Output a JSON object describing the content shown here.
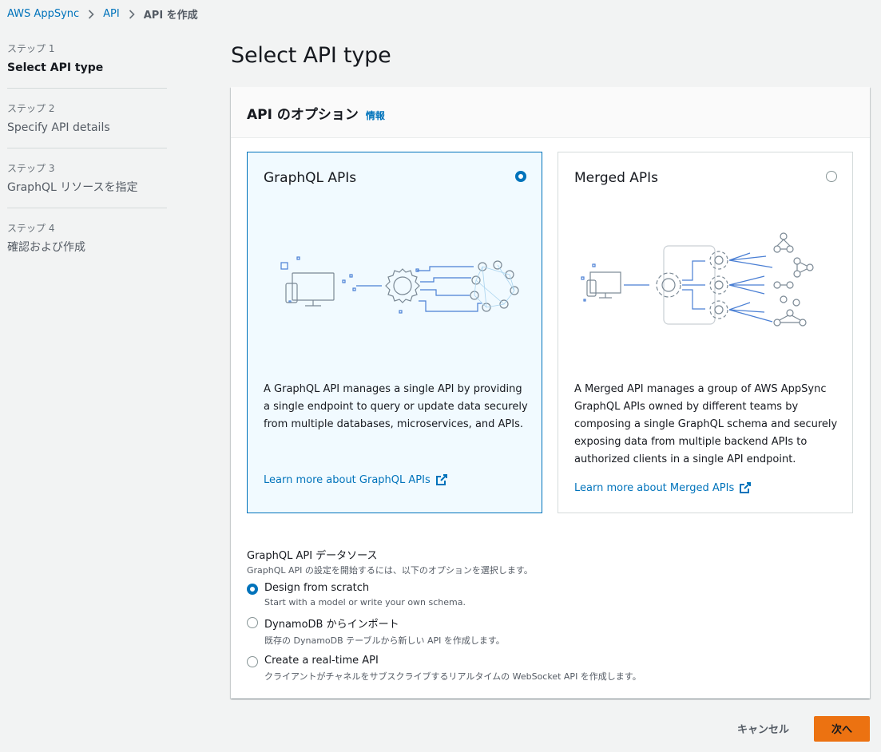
{
  "breadcrumb": {
    "items": [
      "AWS AppSync",
      "API"
    ],
    "current": "API を作成"
  },
  "nav": {
    "steps": [
      {
        "num": "ステップ 1",
        "label": "Select API type"
      },
      {
        "num": "ステップ 2",
        "label": "Specify API details"
      },
      {
        "num": "ステップ 3",
        "label": "GraphQL リソースを指定"
      },
      {
        "num": "ステップ 4",
        "label": "確認および作成"
      }
    ]
  },
  "page_title": "Select API type",
  "panel": {
    "title": "API のオプション",
    "info": "情報"
  },
  "cards": [
    {
      "title": "GraphQL APIs",
      "selected": true,
      "description": "A GraphQL API manages a single API by providing a single endpoint to query or update data securely from multiple databases, microservices, and APIs.",
      "link": "Learn more about GraphQL APIs"
    },
    {
      "title": "Merged APIs",
      "selected": false,
      "description": "A Merged API manages a group of AWS AppSync GraphQL APIs owned by different teams by composing a single GraphQL schema and securely exposing data from multiple backend APIs to authorized clients in a single API endpoint.",
      "link": "Learn more about Merged APIs"
    }
  ],
  "datasource": {
    "title": "GraphQL API データソース",
    "description": "GraphQL API の設定を開始するには、以下のオプションを選択します。",
    "options": [
      {
        "title": "Design from scratch",
        "desc": "Start with a model or write your own schema.",
        "selected": true
      },
      {
        "title": "DynamoDB からインポート",
        "desc": "既存の DynamoDB テーブルから新しい API を作成します。",
        "selected": false
      },
      {
        "title": "Create a real-time API",
        "desc": "クライアントがチャネルをサブスクライブするリアルタイムの WebSocket API を作成します。",
        "selected": false
      }
    ]
  },
  "footer": {
    "cancel": "キャンセル",
    "next": "次へ"
  },
  "colors": {
    "link": "#0073bb",
    "primary_button": "#ec7211",
    "selected_card_bg": "#f1faff",
    "illustration_line": "#4a7fd4"
  },
  "icons": [
    "chevron-right-icon",
    "external-link-icon",
    "api-illustration"
  ]
}
